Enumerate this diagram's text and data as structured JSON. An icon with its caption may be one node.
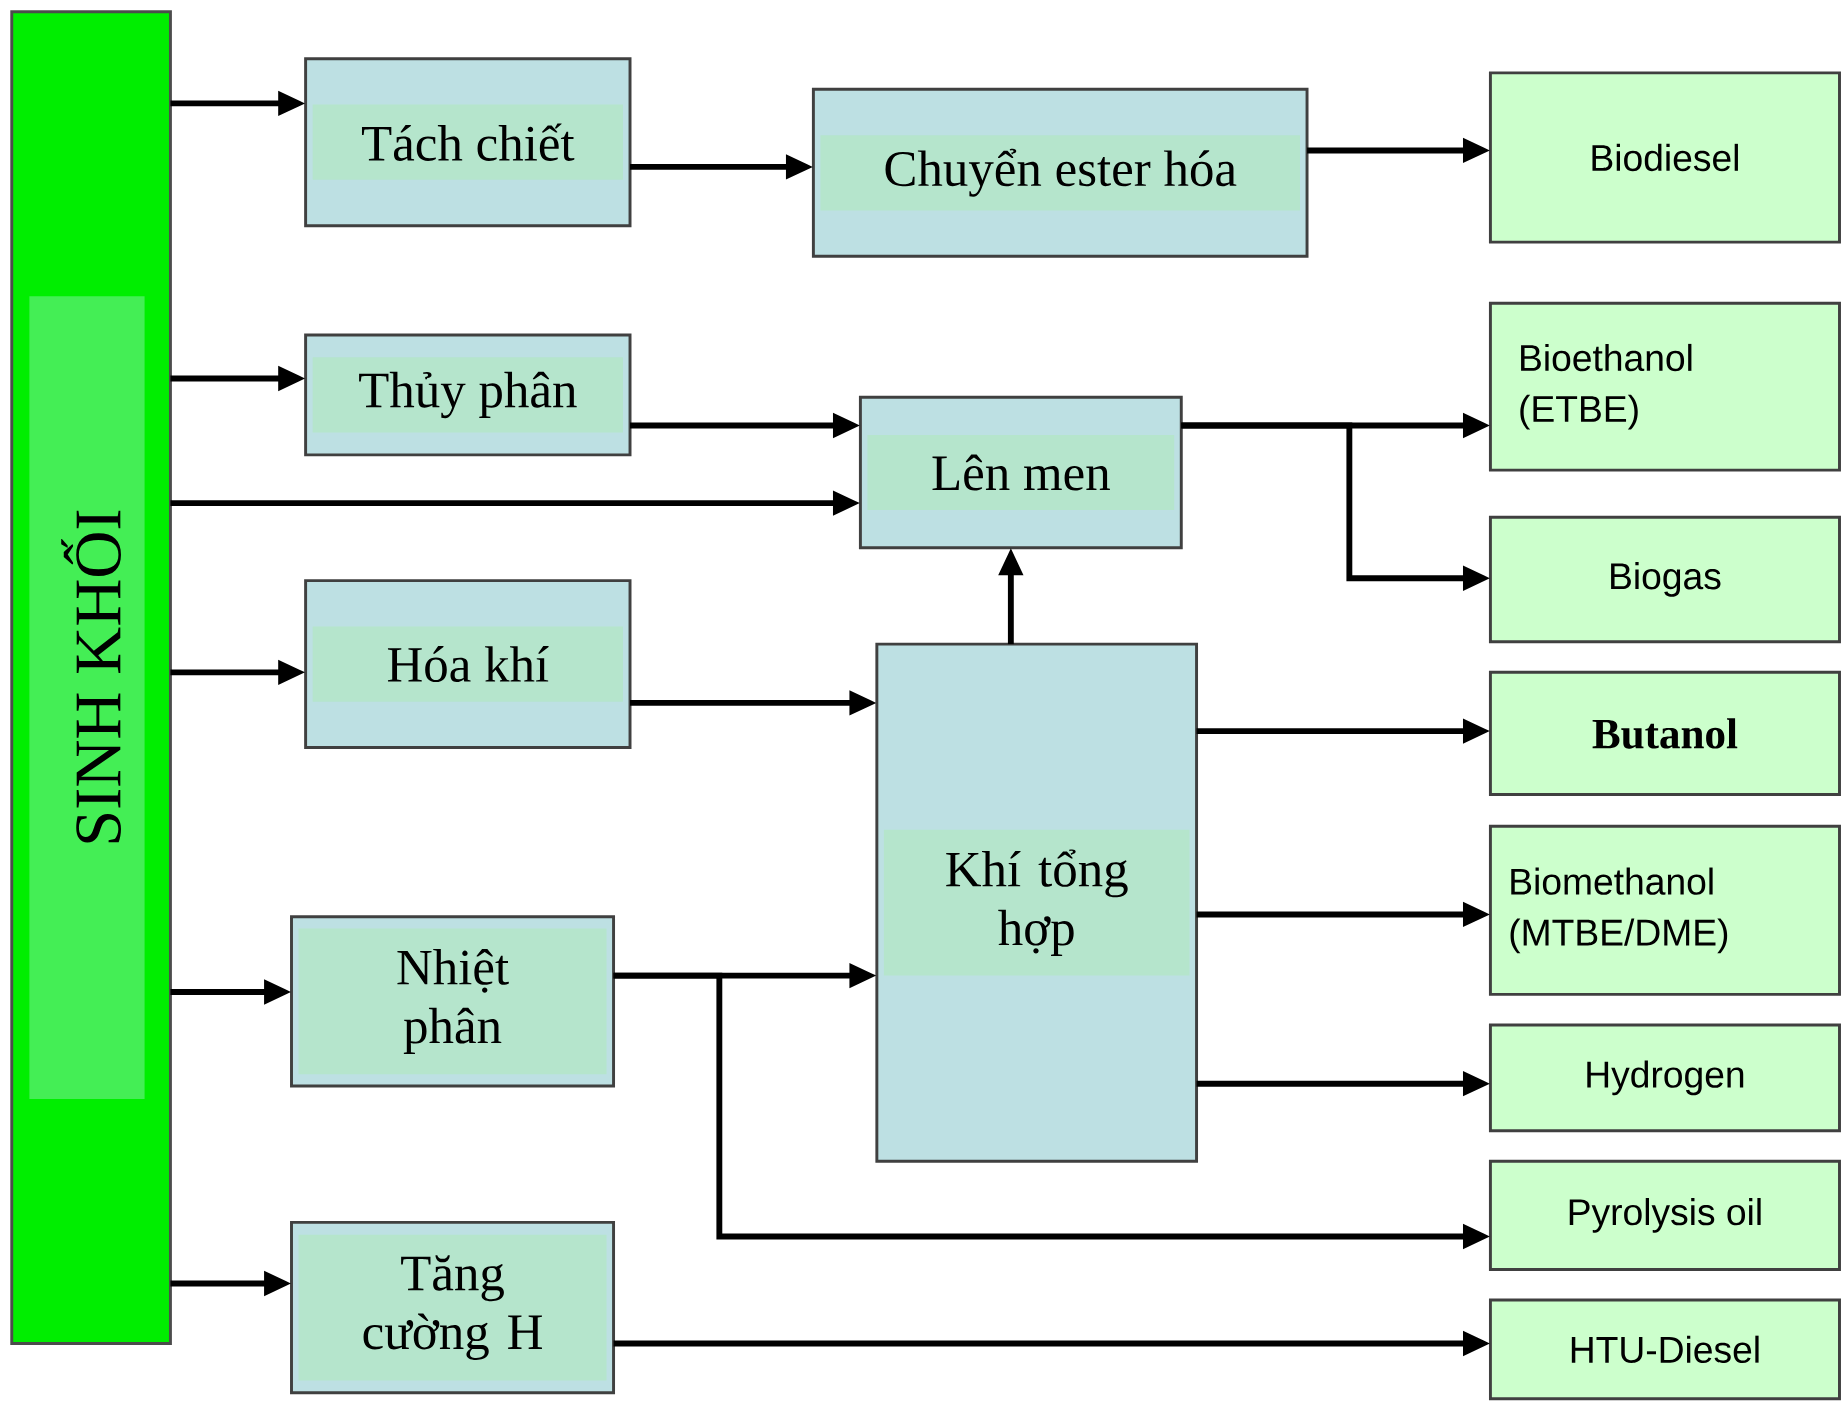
{
  "diagram": {
    "nodes": [
      {
        "text": [
          "SINH KHỐI"
        ]
      },
      {
        "text": [
          "Tách chiết"
        ]
      },
      {
        "text": [
          "Chuyển ester hóa"
        ]
      },
      {
        "text": [
          "Biodiesel"
        ]
      },
      {
        "text": [
          "Thủy phân"
        ]
      },
      {
        "text": [
          "Lên men"
        ]
      },
      {
        "text": [
          "Bioethanol (ETBE)"
        ]
      },
      {
        "text": [
          "Biogas"
        ]
      },
      {
        "text": [
          "Hóa khí"
        ]
      },
      {
        "text": [
          "Khí tổng hợp"
        ]
      },
      {
        "text": [
          "Butanol"
        ]
      },
      {
        "text": [
          "Biomethanol (MTBE/DME)"
        ]
      },
      {
        "text": [
          "Hydrogen"
        ]
      },
      {
        "text": [
          "Nhiệt phân"
        ]
      },
      {
        "text": [
          "Pyrolysis oil"
        ]
      },
      {
        "text": [
          "Tăng cường H"
        ]
      },
      {
        "text": [
          "HTU-Diesel"
        ]
      }
    ],
    "edges": [
      {
        "from": 0,
        "to": 1,
        "arrow": "to"
      },
      {
        "from": 1,
        "to": 2,
        "arrow": "to"
      },
      {
        "from": 2,
        "to": 3,
        "arrow": "to"
      },
      {
        "from": 0,
        "to": 4,
        "arrow": "to"
      },
      {
        "from": 4,
        "to": 5,
        "arrow": "to"
      },
      {
        "from": 0,
        "to": 5,
        "arrow": "to"
      },
      {
        "from": 5,
        "to": 6,
        "arrow": "to"
      },
      {
        "from": 5,
        "to": 7,
        "arrow": "to"
      },
      {
        "from": 0,
        "to": 8,
        "arrow": "to"
      },
      {
        "from": 8,
        "to": 9,
        "arrow": "to"
      },
      {
        "from": 9,
        "to": 5,
        "arrow": "to"
      },
      {
        "from": 9,
        "to": 10,
        "arrow": "to"
      },
      {
        "from": 9,
        "to": 11,
        "arrow": "to"
      },
      {
        "from": 9,
        "to": 12,
        "arrow": "to"
      },
      {
        "from": 0,
        "to": 13,
        "arrow": "to"
      },
      {
        "from": 13,
        "to": 9,
        "arrow": "to"
      },
      {
        "from": 13,
        "to": 14,
        "arrow": "to"
      },
      {
        "from": 0,
        "to": 15,
        "arrow": "to"
      },
      {
        "from": 15,
        "to": 16,
        "arrow": "to"
      }
    ]
  }
}
